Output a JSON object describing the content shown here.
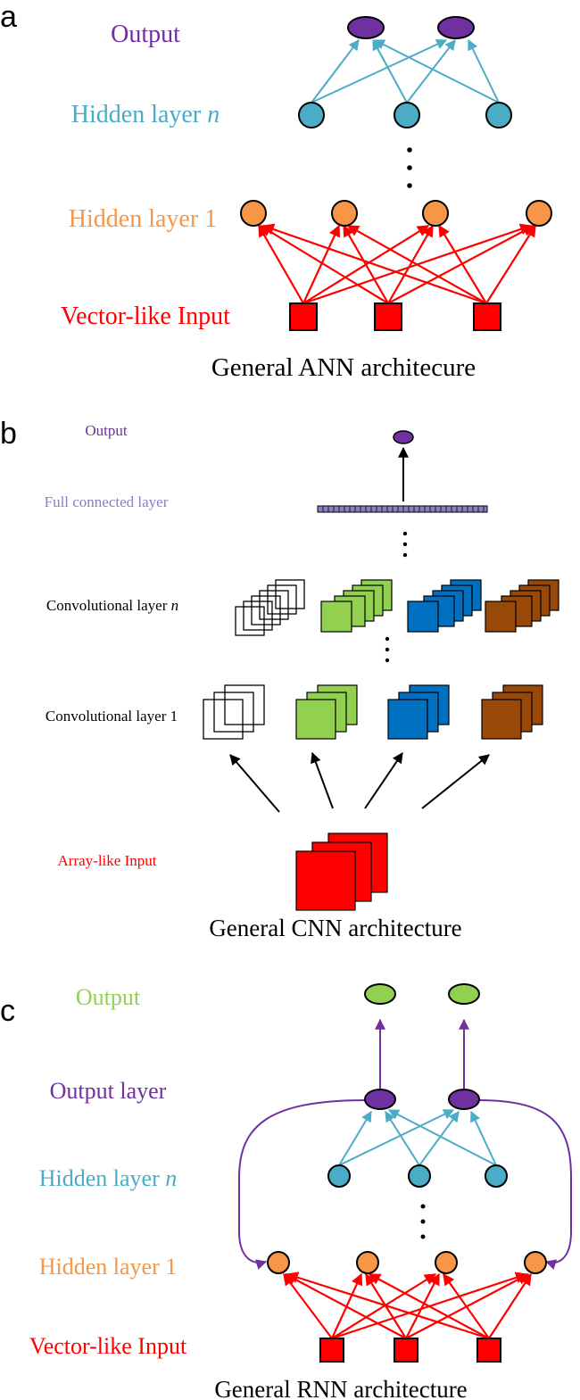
{
  "panels": {
    "a": {
      "letter": "a",
      "title": "General ANN architecure",
      "labels": {
        "output": "Output",
        "hidden_n_prefix": "Hidden layer ",
        "hidden_n_suffix": "n",
        "hidden_1": "Hidden layer 1",
        "input": "Vector-like Input"
      }
    },
    "b": {
      "letter": "b",
      "title": "General CNN architecture",
      "labels": {
        "output": "Output",
        "full": "Full connected layer",
        "conv_n_prefix": "Convolutional layer ",
        "conv_n_suffix": "n",
        "conv_1": "Convolutional layer 1",
        "input": "Array-like Input"
      }
    },
    "c": {
      "letter": "c",
      "title": "General RNN architecture",
      "labels": {
        "output": "Output",
        "output_layer": "Output layer",
        "hidden_n_prefix": "Hidden layer ",
        "hidden_n_suffix": "n",
        "hidden_1": "Hidden layer 1",
        "input": "Vector-like Input"
      }
    }
  },
  "colors": {
    "output_purple": "#7030a0",
    "hidden_teal": "#4bacc6",
    "hidden_orange": "#f79646",
    "input_red": "#ff0000",
    "full_layer": "#8e7cc3",
    "conv_green": "#92d050",
    "conv_blue": "#0070c0",
    "conv_brown": "#984807",
    "rnn_output_green": "#92d050"
  }
}
